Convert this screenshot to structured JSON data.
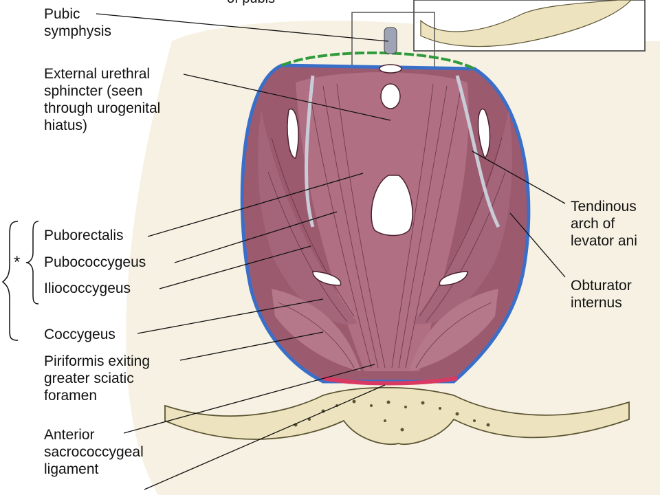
{
  "top_fragment": "of pubis",
  "labels": {
    "pubic_symphysis": "Pubic\nsymphysis",
    "external_urethral_sphincter": "External urethral\nsphincter (seen\nthrough urogenital\nhiatus)",
    "puborectalis": "Puborectalis",
    "pubococcygeus": "Pubococcygeus",
    "iliococcygeus": "Iliococcygeus",
    "coccygeus": "Coccygeus",
    "piriformis": "Piriformis exiting\ngreater sciatic\nforamen",
    "anterior_sacrococcygeal": "Anterior\nsacrococcygeal\nligament",
    "tendinous_arch": "Tendinous\narch of\nlevator ani",
    "obturator_internus": "Obturator\ninternus"
  },
  "group_marker": "*",
  "colors": {
    "muscle": "#b06f82",
    "muscle_dark": "#8a4a5e",
    "muscle_light": "#c98d9d",
    "bone": "#ede3bf",
    "bone_outline": "#5c5533",
    "blue_edge": "#3a6fc9",
    "green_edge": "#2f9a3c",
    "red_edge": "#d93a64",
    "tendon": "#c9ccd6",
    "background_tint": "#f1ebd6"
  }
}
